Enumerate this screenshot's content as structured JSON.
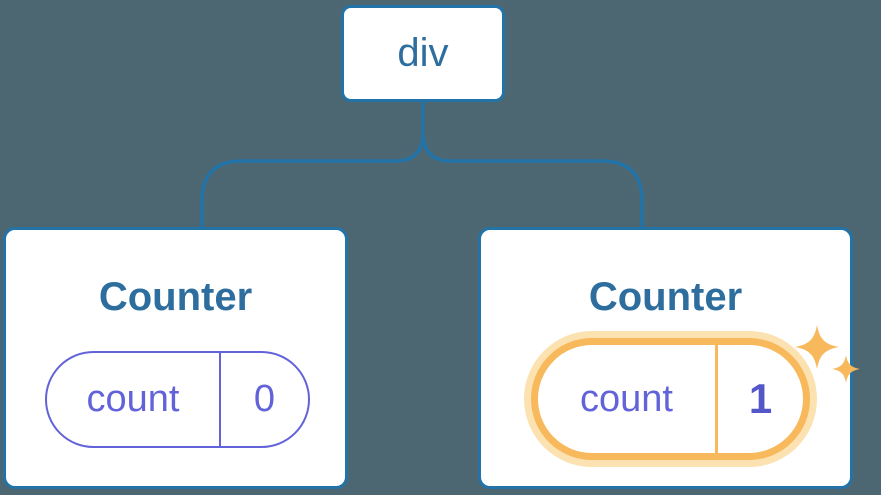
{
  "diagram": {
    "description": "React component tree diagram: a div root with two Counter children, the second Counter's state is highlighted",
    "root": {
      "label": "div"
    },
    "children": [
      {
        "title": "Counter",
        "state": {
          "key": "count",
          "value": "0"
        },
        "highlighted": false
      },
      {
        "title": "Counter",
        "state": {
          "key": "count",
          "value": "1"
        },
        "highlighted": true,
        "badge_icon": "sparkles"
      }
    ]
  },
  "colors": {
    "background": "#4D6772",
    "node_fill": "#FFFFFF",
    "node_border_blue": "#2273A8",
    "text_blue": "#2E6E9E",
    "state_purple": "#6363D9",
    "state_value_bold_purple": "#5457C8",
    "highlight_orange": "#F7B95C",
    "highlight_halo": "#FBE2B0"
  }
}
